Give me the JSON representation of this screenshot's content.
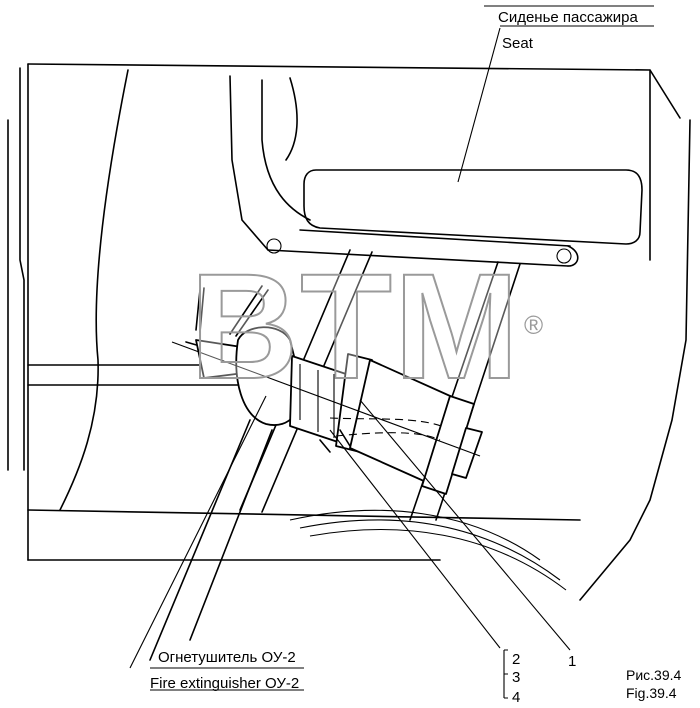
{
  "labels": {
    "seat_ru": "Сиденье пассажира",
    "seat_en": "Seat",
    "extinguisher_ru": "Огнетушитель ОУ-2",
    "extinguisher_en": "Fire extinguisher ОУ-2",
    "callout_1": "1",
    "callout_2": "2",
    "callout_3": "3",
    "callout_4": "4",
    "figure_ru": "Рис.39.4",
    "figure_en": "Fig.39.4"
  },
  "watermark": {
    "text": "BTM",
    "registered": "®"
  },
  "colors": {
    "line": "#000000",
    "background": "#ffffff",
    "watermark_outline": "#9a9a9a"
  }
}
